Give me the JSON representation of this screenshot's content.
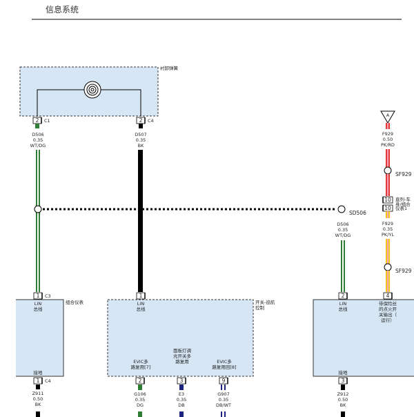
{
  "header": {
    "title": "信息系统"
  },
  "components": {
    "clockspring": "衬卸弹簧",
    "cluster": "组合仪表",
    "switch_module": "开关-巡航\n控制",
    "right_block_name": ""
  },
  "ground_triangle": {
    "letter": "A"
  },
  "connectors": {
    "cs_c1": {
      "pin": "2",
      "label": "C1"
    },
    "cs_c4": {
      "pin": "2",
      "label": "C4"
    },
    "cl_c3": {
      "pin": "1",
      "label": "C3"
    },
    "cl_c4": {
      "pin": "1",
      "label": "C4"
    },
    "sw_lin": {
      "pin": "1"
    },
    "sw_p2": {
      "pin": "2"
    },
    "sw_p3": {
      "pin": "3"
    },
    "sw_p9": {
      "pin": "9"
    },
    "rb_p2": {
      "pin": "2"
    },
    "rb_p4": {
      "pin": "4"
    },
    "rb_p3": {
      "pin": "3"
    },
    "inline_10a": {
      "pin": "10",
      "label": "直列-车\n身/组合"
    },
    "inline_10b": {
      "pin": "10",
      "label": "仪表1"
    }
  },
  "wires": {
    "d506_top": [
      "D506",
      "0.35",
      "WT/DG"
    ],
    "d507": [
      "D507",
      "0.35",
      "BK"
    ],
    "f929_top": [
      "F929",
      "0.50",
      "PK/RD"
    ],
    "d506_right": [
      "D506",
      "0.35",
      "WT/DG"
    ],
    "f929_mid": [
      "F929",
      "0.35",
      "PK/YL"
    ],
    "z911": [
      "Z911",
      "0.50",
      "BK"
    ],
    "g106": [
      "G106",
      "0.35",
      "DG"
    ],
    "e3": [
      "E3",
      "0.35",
      "DB"
    ],
    "g907": [
      "G907",
      "0.35",
      "DB/WT"
    ],
    "z912": [
      "Z912",
      "0.50",
      "BK"
    ]
  },
  "splices": {
    "sd506": "SD506",
    "sf929_top": "SF929",
    "sf929_bottom": "SF929"
  },
  "pin_labels": {
    "cluster_lin": [
      "LIN",
      "总线"
    ],
    "cluster_ground": "接地",
    "switch_lin": [
      "LIN",
      "总线"
    ],
    "switch_evic7": [
      "EVIC多",
      "路复用[7]"
    ],
    "switch_panel_light": [
      "面板灯调",
      "光开关多",
      "路复用"
    ],
    "switch_evic8": [
      "EVIC多",
      "路复用回[8]"
    ],
    "rb_lin": [
      "LIN",
      "总线"
    ],
    "rb_fused": [
      "带保险丝",
      "的点火开",
      "关输出（",
      "运行）"
    ],
    "rb_ground": "接地"
  },
  "colors": {
    "block_fill": "#d6e6f5",
    "wire_black": "#000000",
    "wire_green": "#2e7d32",
    "wire_red": "#e53935",
    "wire_yellow": "#f5c518",
    "wire_blue": "#1a237e",
    "wire_pink": "#f4a6b8"
  }
}
